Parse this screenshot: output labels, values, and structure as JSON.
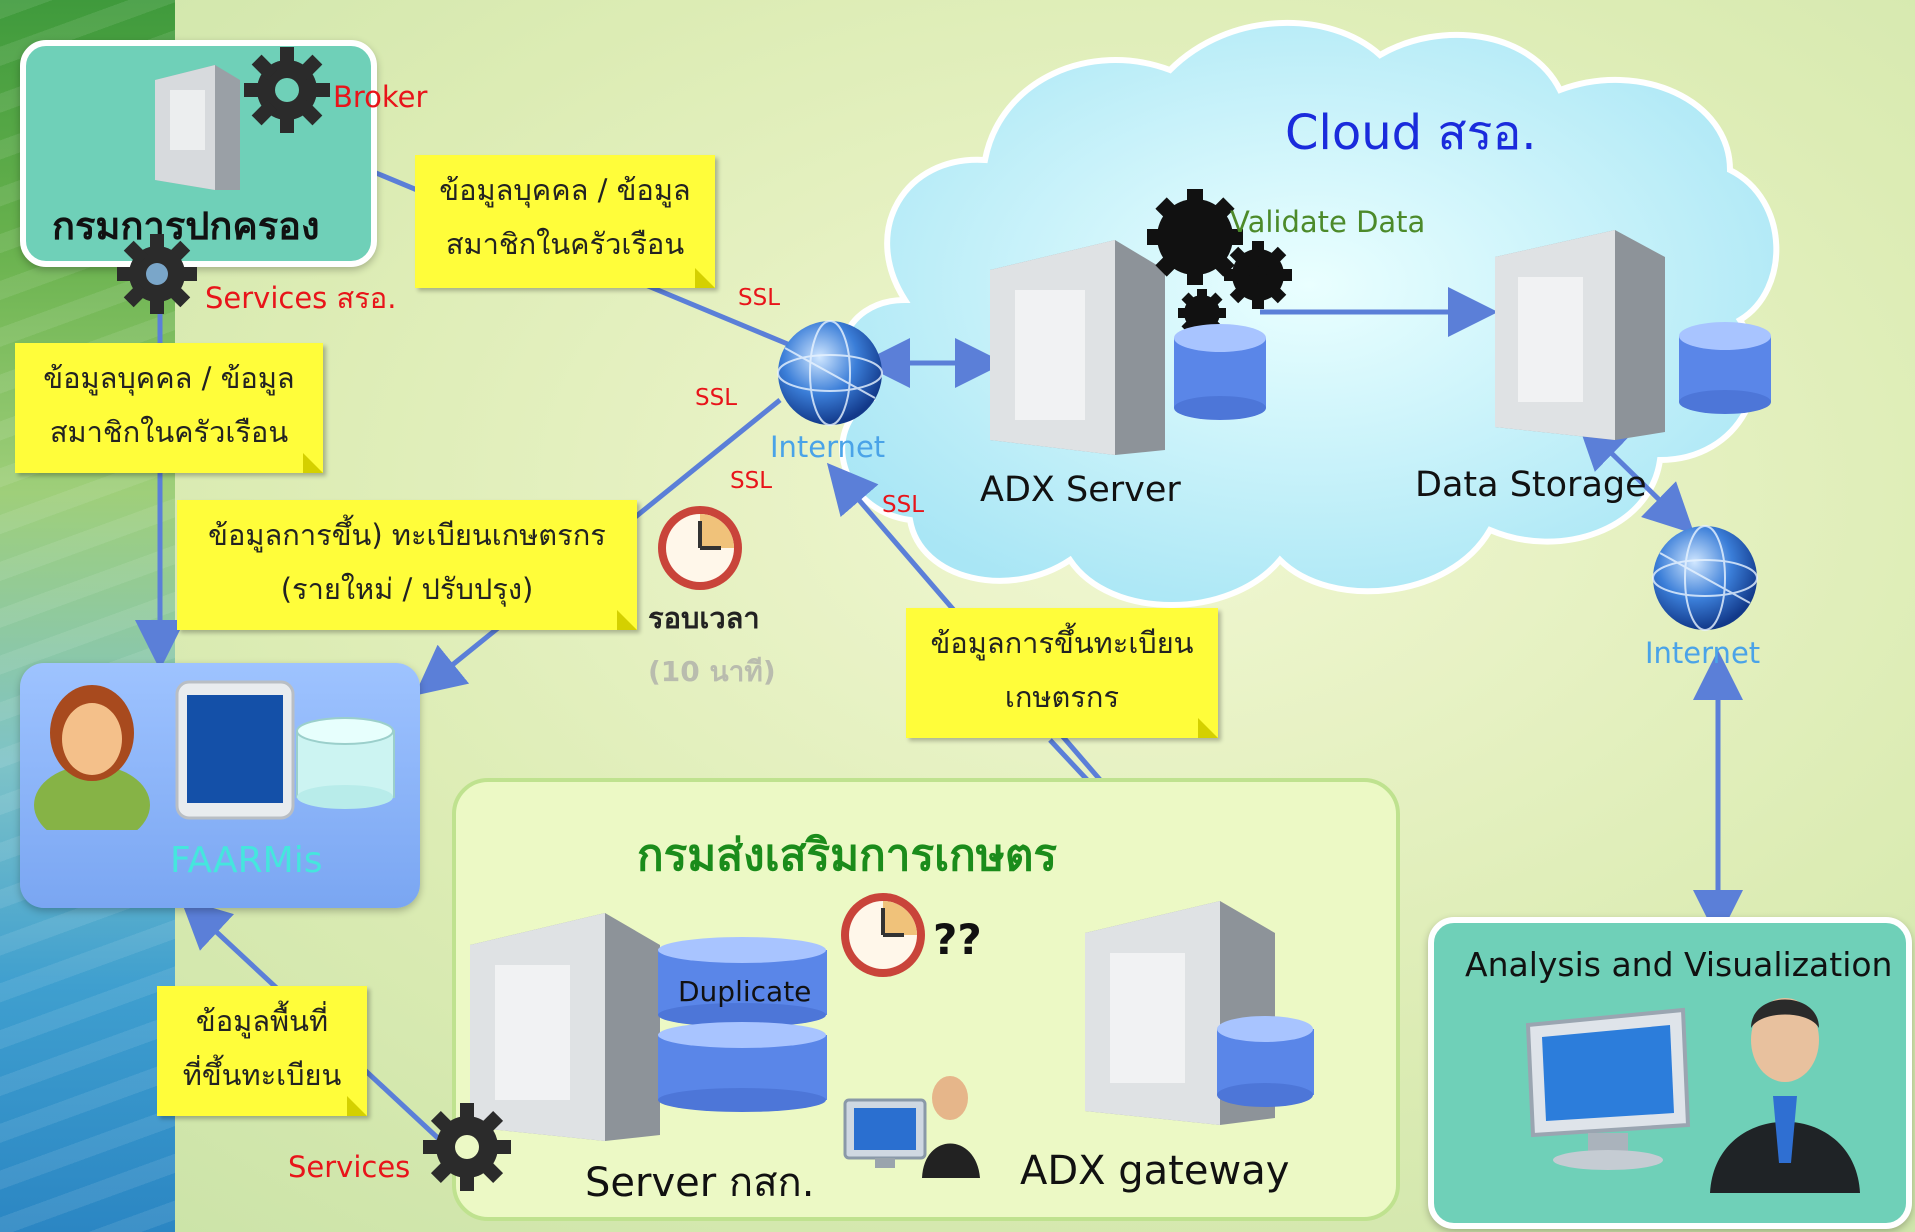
{
  "dept_interior": {
    "title": "กรมการปกครอง",
    "broker": "Broker",
    "services": "Services สรอ."
  },
  "notes": {
    "person_data_top": [
      "ข้อมูลบุคคล / ข้อมูล",
      "สมาชิกในครัวเรือน"
    ],
    "person_data_left": [
      "ข้อมูลบุคคล / ข้อมูล",
      "สมาชิกในครัวเรือน"
    ],
    "farmer_reg": [
      "ข้อมูลการขึ้น) ทะเบียนเกษตรกร",
      "(รายใหม่ / ปรับปรุง)"
    ],
    "farmer_reg_gateway": [
      "ข้อมูลการขึ้นทะเบียน",
      "เกษตรกร"
    ],
    "area_data": [
      "ข้อมูลพื้นที่",
      "ที่ขึ้นทะเบียน"
    ]
  },
  "ssl_labels": [
    "SSL",
    "SSL",
    "SSL",
    "SSL"
  ],
  "internet_center": "Internet",
  "internet_right": "Internet",
  "schedule": {
    "label": "รอบเวลา",
    "interval": "(10 นาที)"
  },
  "cloud": {
    "title_en": "Cloud",
    "title_th": "สรอ.",
    "validate": "Validate Data",
    "adx_server": "ADX Server",
    "data_storage": "Data Storage"
  },
  "faarmis": {
    "label": "FAARMis"
  },
  "doae": {
    "title": "กรมส่งเสริมการเกษตร",
    "duplicate": "Duplicate",
    "question": "??",
    "server": "Server กสก.",
    "gateway": "ADX gateway",
    "services": "Services"
  },
  "analysis": {
    "title": "Analysis and Visualization"
  },
  "colors": {
    "cloud_title": "#1a2bdc",
    "note": "#fffd3a",
    "arrow": "#5b7fd8",
    "teal_panel": "#6fd0b8"
  }
}
